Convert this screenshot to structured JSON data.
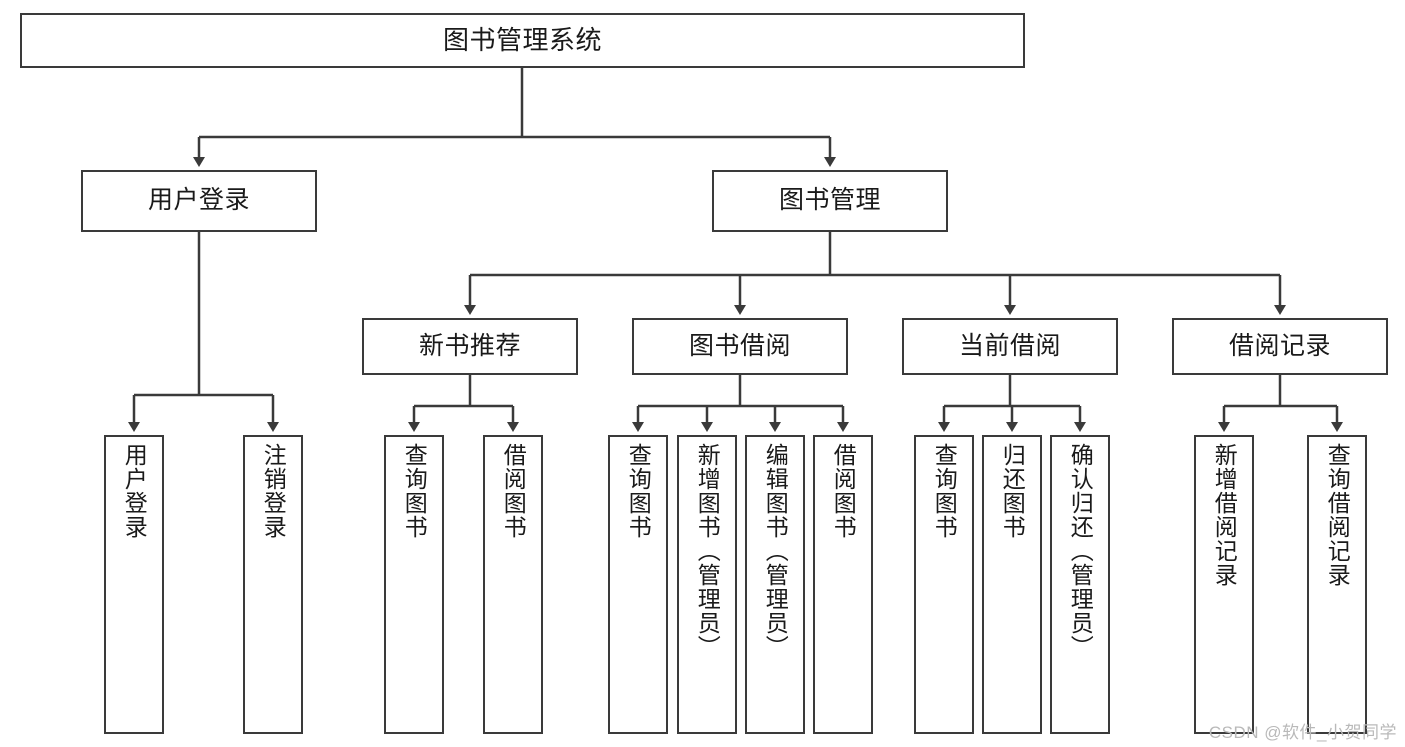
{
  "diagram": {
    "title": "图书管理系统",
    "type": "tree-hierarchy-diagram",
    "colors": {
      "stroke": "#3a3a3a",
      "fill": "#ffffff",
      "text": "#1a1a1a",
      "watermark": "#b9b9b9"
    },
    "nodes": {
      "root": {
        "label": "图书管理系统"
      },
      "level2": [
        {
          "label": "用户登录"
        },
        {
          "label": "图书管理"
        }
      ],
      "level3": [
        {
          "label": "新书推荐"
        },
        {
          "label": "图书借阅"
        },
        {
          "label": "当前借阅"
        },
        {
          "label": "借阅记录"
        }
      ],
      "leaves_user_login": [
        {
          "label": "用户登录"
        },
        {
          "label": "注销登录"
        }
      ],
      "leaves_new_book": [
        {
          "label": "查询图书"
        },
        {
          "label": "借阅图书"
        }
      ],
      "leaves_borrow": [
        {
          "label": "查询图书"
        },
        {
          "label": "新增图书（管理员）"
        },
        {
          "label": "编辑图书（管理员）"
        },
        {
          "label": "借阅图书"
        }
      ],
      "leaves_current": [
        {
          "label": "查询图书"
        },
        {
          "label": "归还图书"
        },
        {
          "label": "确认归还（管理员）"
        }
      ],
      "leaves_record": [
        {
          "label": "新增借阅记录"
        },
        {
          "label": "查询借阅记录"
        }
      ]
    },
    "watermark": "CSDN @软件_小贺同学"
  }
}
